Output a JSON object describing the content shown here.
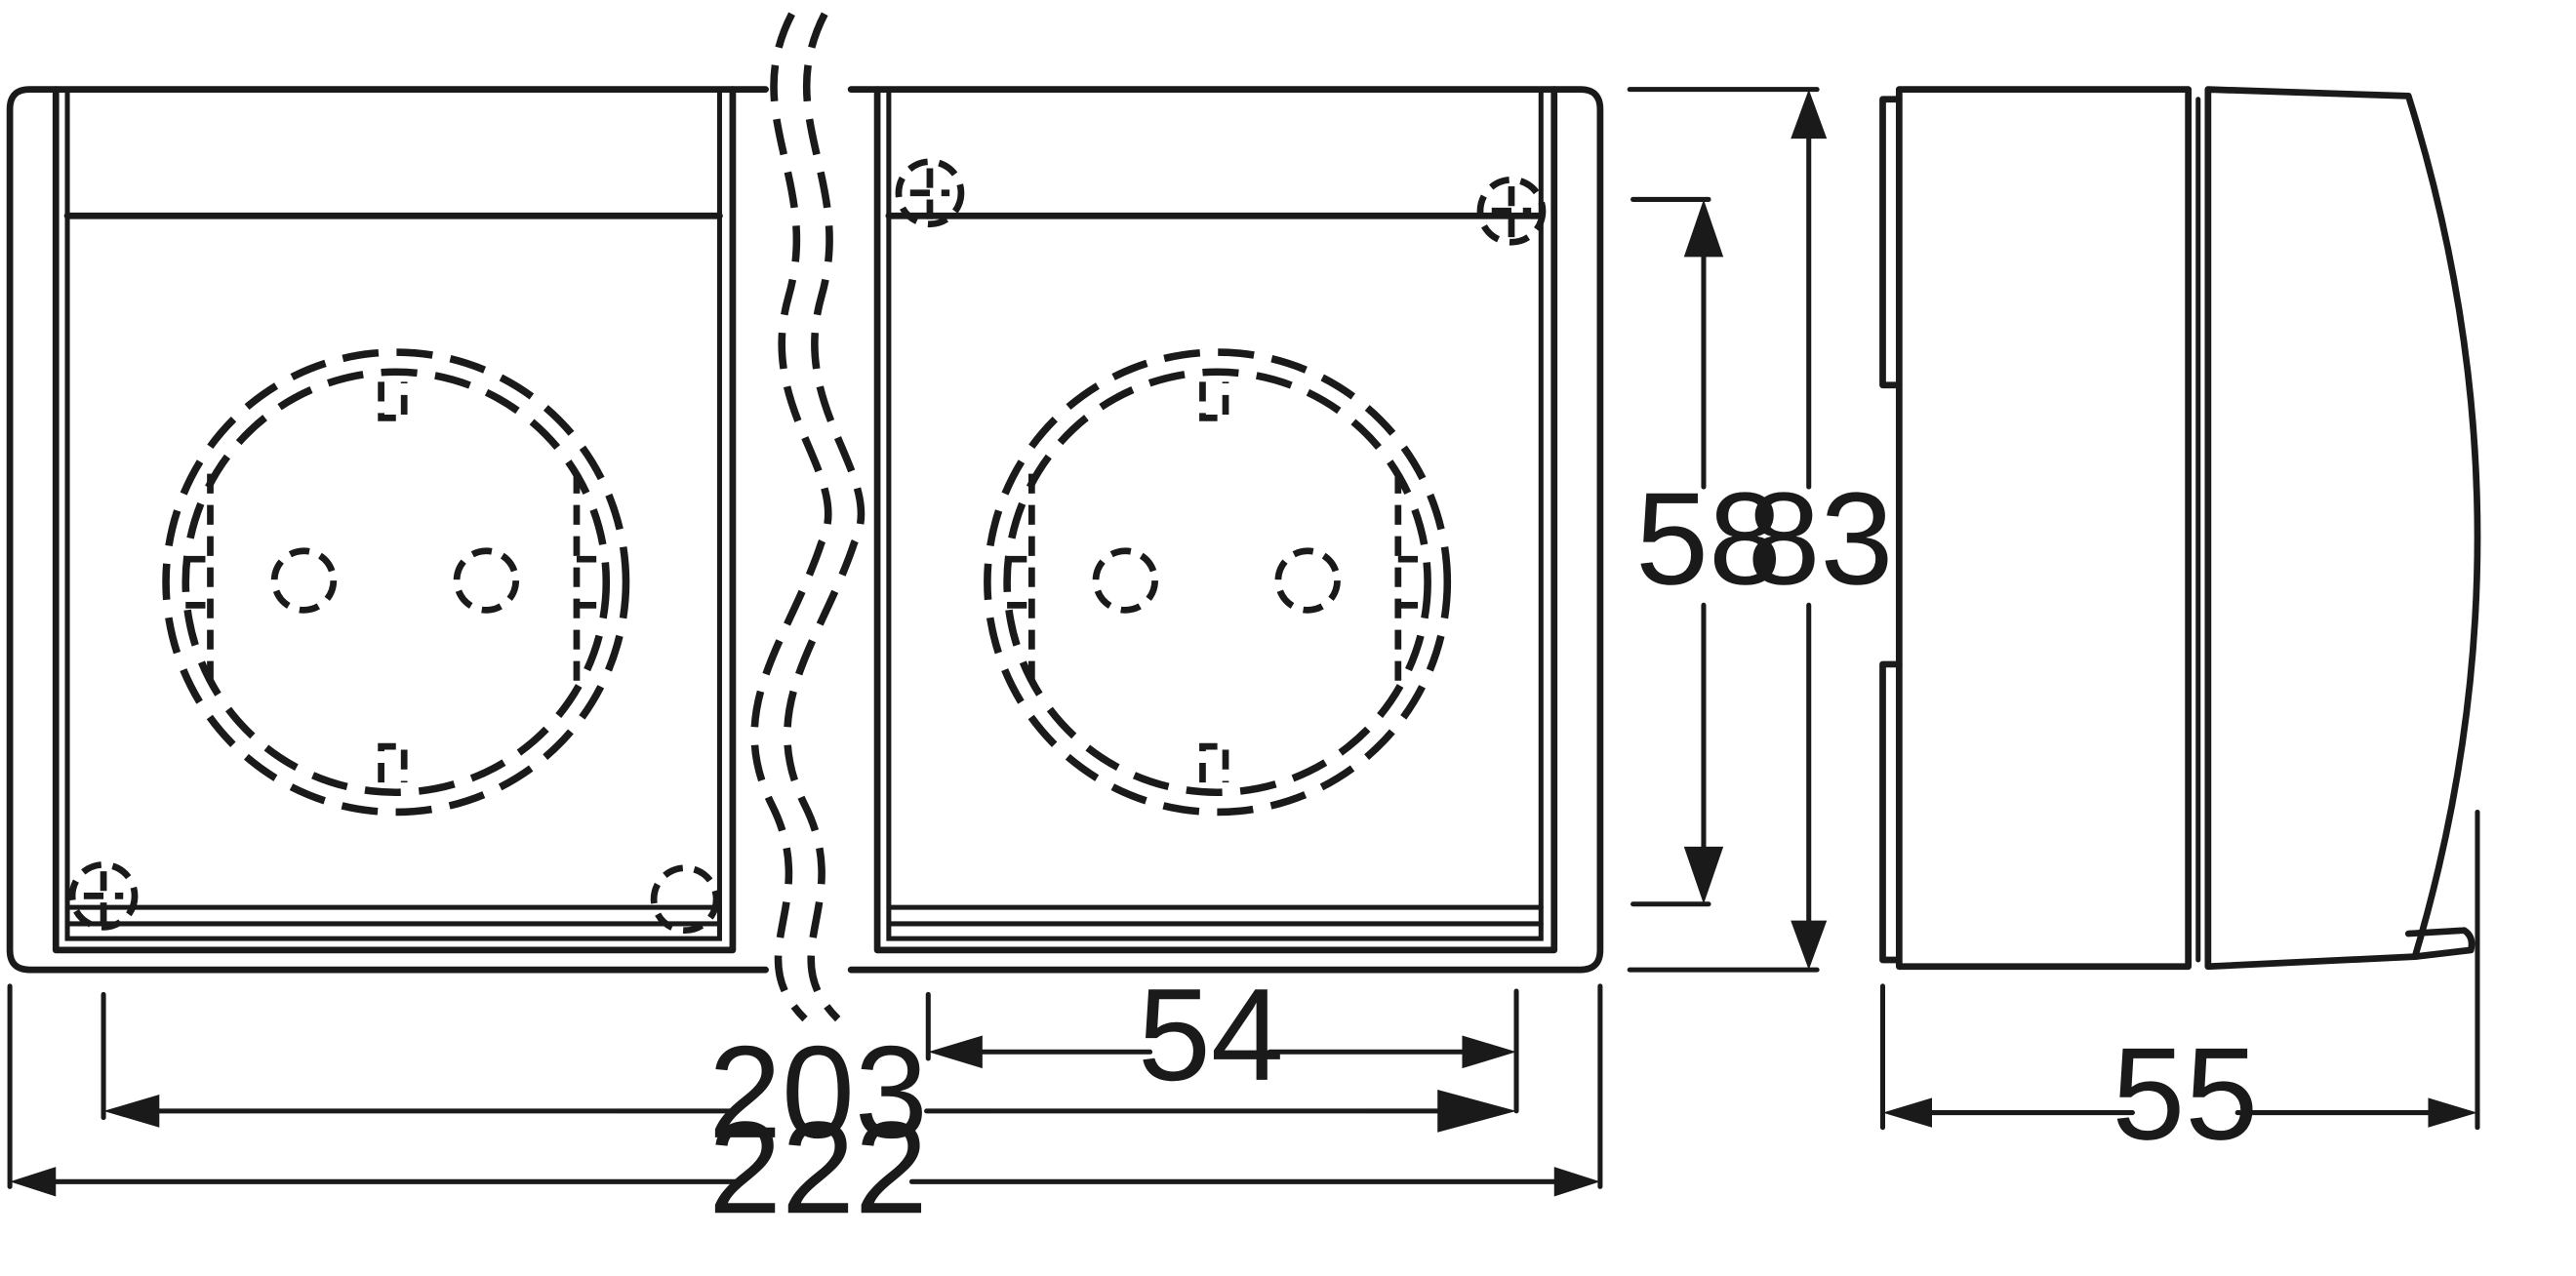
{
  "dimensions": {
    "overall_width": "222",
    "inner_width": "203",
    "socket_pitch": "54",
    "inner_height": "58",
    "overall_height": "83",
    "depth": "55"
  },
  "colors": {
    "line": "#1a1a1a",
    "background": "#ffffff"
  }
}
